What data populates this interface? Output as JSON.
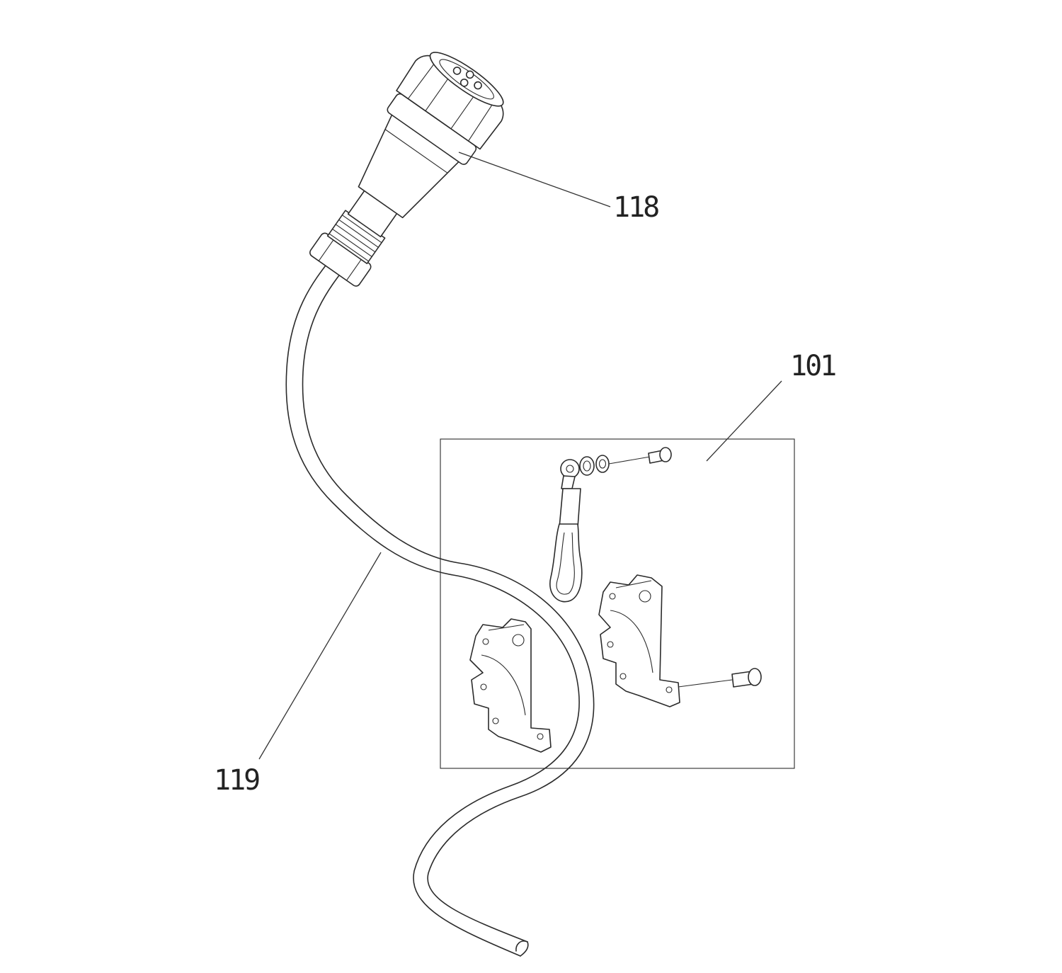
{
  "callouts": {
    "connector": "118",
    "cable": "119",
    "mounting_kit": "101"
  },
  "colors": {
    "line": "#2b2b2b",
    "background": "#ffffff"
  }
}
